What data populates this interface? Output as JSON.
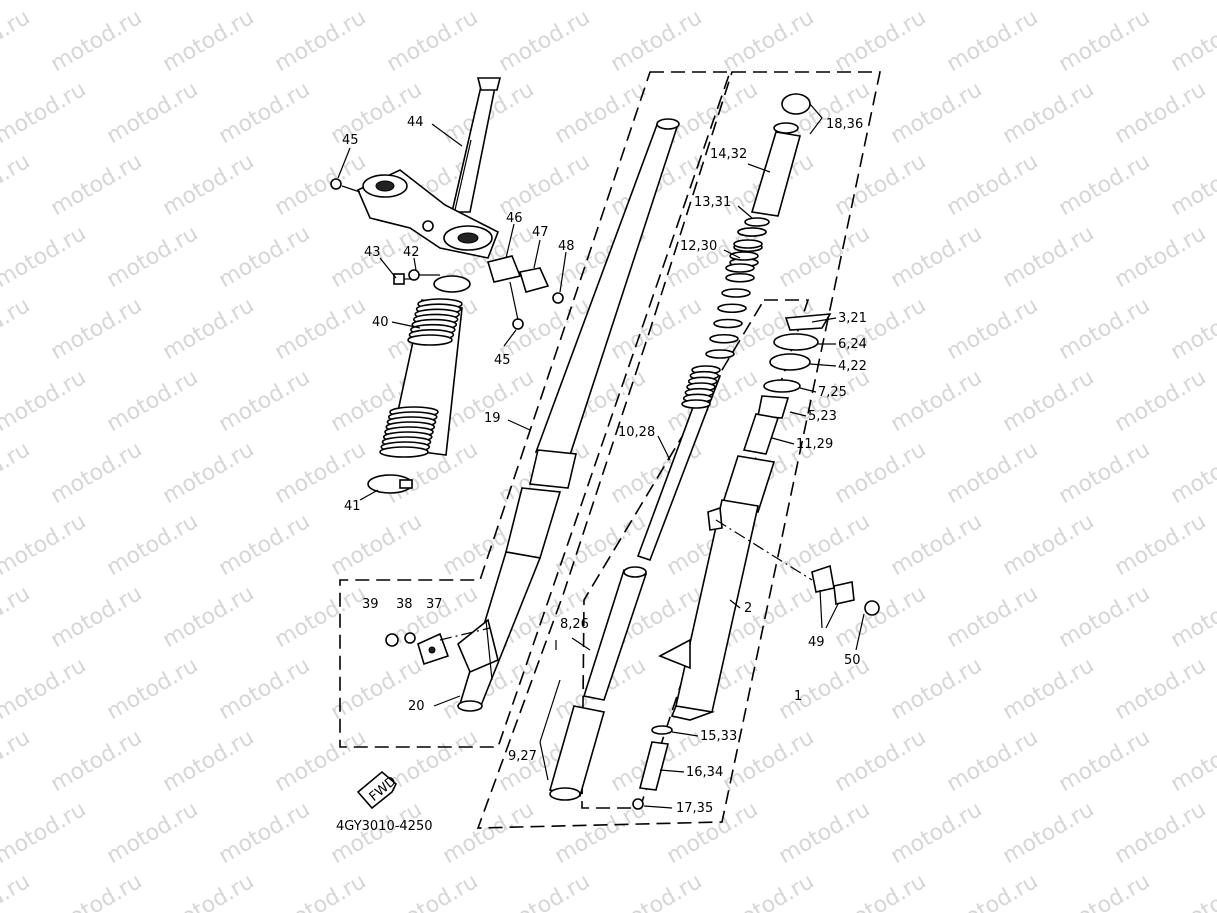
{
  "watermark": {
    "text": "motod.ru"
  },
  "drawing_code": "4GY3010-4250",
  "fwd_symbol": "FWD",
  "callouts": {
    "c44": "44",
    "c45a": "45",
    "c43": "43",
    "c42": "42",
    "c40": "40",
    "c41": "41",
    "c46": "46",
    "c47": "47",
    "c48": "48",
    "c45b": "45",
    "c19": "19",
    "c39": "39",
    "c38": "38",
    "c37": "37",
    "c20": "20",
    "c18_36": "18,36",
    "c14_32": "14,32",
    "c13_31": "13,31",
    "c12_30": "12,30",
    "c10_28": "10,28",
    "c3_21": "3,21",
    "c6_24": "6,24",
    "c4_22": "4,22",
    "c7_25": "7,25",
    "c5_23": "5,23",
    "c11_29": "11,29",
    "c2": "2",
    "c49": "49",
    "c50": "50",
    "c1": "1",
    "c8_26": "8,26",
    "c9_27": "9,27",
    "c15_33": "15,33",
    "c16_34": "16,34",
    "c17_35": "17,35"
  }
}
